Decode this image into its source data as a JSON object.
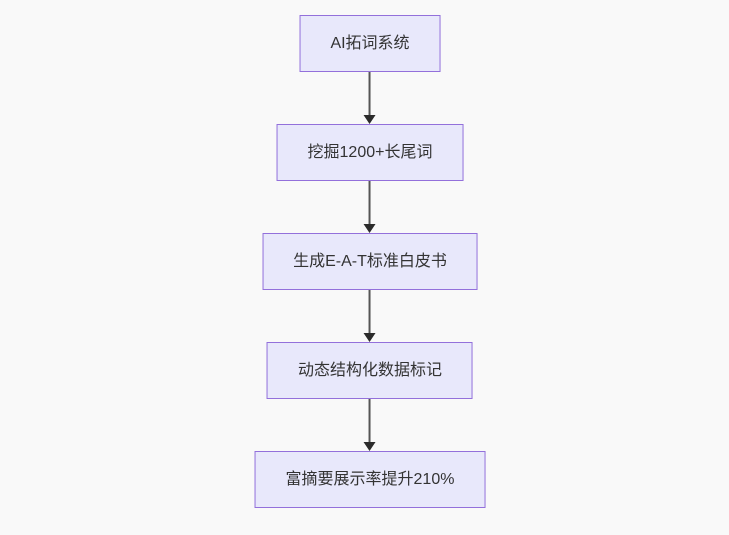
{
  "flowchart": {
    "type": "flowchart-top-down",
    "background_color": "#F9F9F9",
    "node_fill_color": "#E8E8FB",
    "node_border_color": "#9370DB",
    "text_color": "#333333",
    "arrow_line_color": "#555555",
    "arrow_head_color": "#2B2B2B",
    "nodes": [
      {
        "id": "step-1",
        "label": "AI拓词系统"
      },
      {
        "id": "step-2",
        "label": "挖掘1200+长尾词"
      },
      {
        "id": "step-3",
        "label": "生成E-A-T标准白皮书"
      },
      {
        "id": "step-4",
        "label": "动态结构化数据标记"
      },
      {
        "id": "step-5",
        "label": "富摘要展示率提升210%"
      }
    ],
    "edges": [
      {
        "from": "step-1",
        "to": "step-2"
      },
      {
        "from": "step-2",
        "to": "step-3"
      },
      {
        "from": "step-3",
        "to": "step-4"
      },
      {
        "from": "step-4",
        "to": "step-5"
      }
    ]
  }
}
